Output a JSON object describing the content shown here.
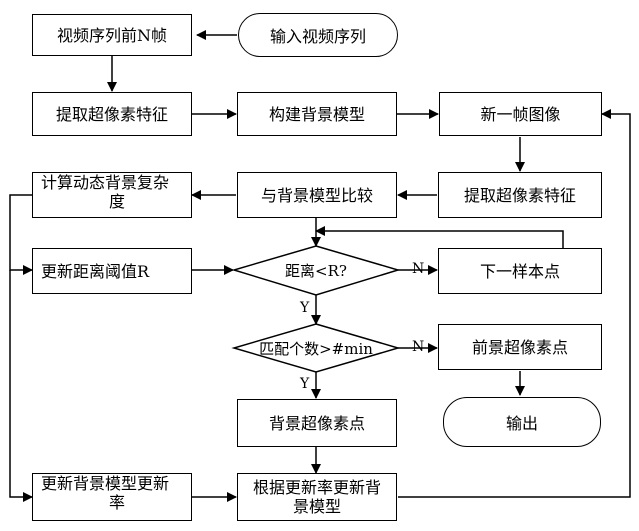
{
  "nodes": {
    "input_seq": "输入视频序列",
    "first_n": "视频序列前N帧",
    "extract1": "提取超像素特征",
    "build_bg": "构建背景模型",
    "new_frame": "新一帧图像",
    "calc_complexity_line1": "计算动态背景复杂",
    "calc_complexity_line2": "度",
    "compare_bg": "与背景模型比较",
    "extract2": "提取超像素特征",
    "update_threshold": "更新距离阈值R",
    "distance_check": "距离<R?",
    "next_sample": "下一样本点",
    "match_count": "匹配个数>#min",
    "fg_superpixel": "前景超像素点",
    "output": "输出",
    "bg_superpixel": "背景超像素点",
    "update_rate_line1": "更新背景模型更新",
    "update_rate_line2": "率",
    "update_model_line1": "根据更新率更新背",
    "update_model_line2": "景模型"
  },
  "edge_labels": {
    "dist_no": "N",
    "dist_yes": "Y",
    "match_no": "N",
    "match_yes": "Y"
  }
}
